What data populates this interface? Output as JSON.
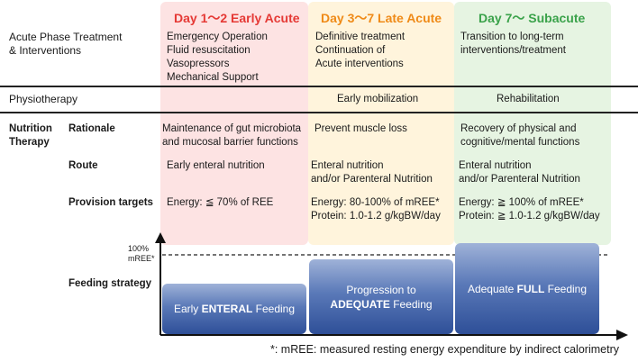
{
  "header": {
    "left_label_line1": "Acute Phase Treatment",
    "left_label_line2": "& Interventions",
    "phases": [
      {
        "title": "Day 1〜2 Early Acute",
        "color": "#e53935",
        "bg": "#fde3e3",
        "items": [
          "Emergency Operation",
          "Fluid resuscitation",
          "Vasopressors",
          "Mechanical Support"
        ]
      },
      {
        "title": "Day 3〜7 Late Acute",
        "color": "#ef8a17",
        "bg": "#fff4dc",
        "items": [
          "Definitive treatment",
          "Continuation of",
          "Acute interventions"
        ]
      },
      {
        "title": "Day 7〜 Subacute",
        "color": "#3aa24a",
        "bg": "#e6f4e2",
        "items": [
          "Transition to long-term",
          "interventions/treatment"
        ]
      }
    ]
  },
  "physiotherapy": {
    "label": "Physiotherapy",
    "late": "Early mobilization",
    "subacute": "Rehabilitation"
  },
  "nutrition": {
    "label_line1": "Nutrition",
    "label_line2": "Therapy",
    "rationale": {
      "label": "Rationale",
      "early": [
        "Maintenance of gut microbiota",
        "and mucosal barrier functions"
      ],
      "late": [
        "Prevent muscle loss"
      ],
      "subacute": [
        "Recovery of physical and",
        "cognitive/mental functions"
      ]
    },
    "route": {
      "label": "Route",
      "early": [
        "Early enteral nutrition"
      ],
      "late": [
        "Enteral nutrition",
        "and/or Parenteral Nutrition"
      ],
      "subacute": [
        "Enteral nutrition",
        "and/or Parenteral Nutrition"
      ]
    },
    "targets": {
      "label": "Provision targets",
      "early": [
        "Energy: ≦ 70% of REE"
      ],
      "late": [
        "Energy: 80-100% of mREE*",
        "Protein: 1.0-1.2 g/kgBW/day"
      ],
      "subacute": [
        "Energy: ≧ 100% of mREE*",
        "Protein: ≧ 1.0-1.2 g/kgBW/day"
      ]
    }
  },
  "feeding": {
    "label": "Feeding strategy",
    "axis_label_line1": "100%",
    "axis_label_line2": "mREE*",
    "early": {
      "pre": "Early ",
      "bold": "ENTERAL",
      "post": " Feeding",
      "level": 0.55
    },
    "late": {
      "line1": "Progression to",
      "bold": "ADEQUATE",
      "post": " Feeding",
      "level": 0.82
    },
    "subacute": {
      "pre": "Adequate ",
      "bold": "FULL",
      "post": " Feeding",
      "level": 1.0
    }
  },
  "footnote": "*: mREE: measured resting energy expenditure by indirect calorimetry"
}
